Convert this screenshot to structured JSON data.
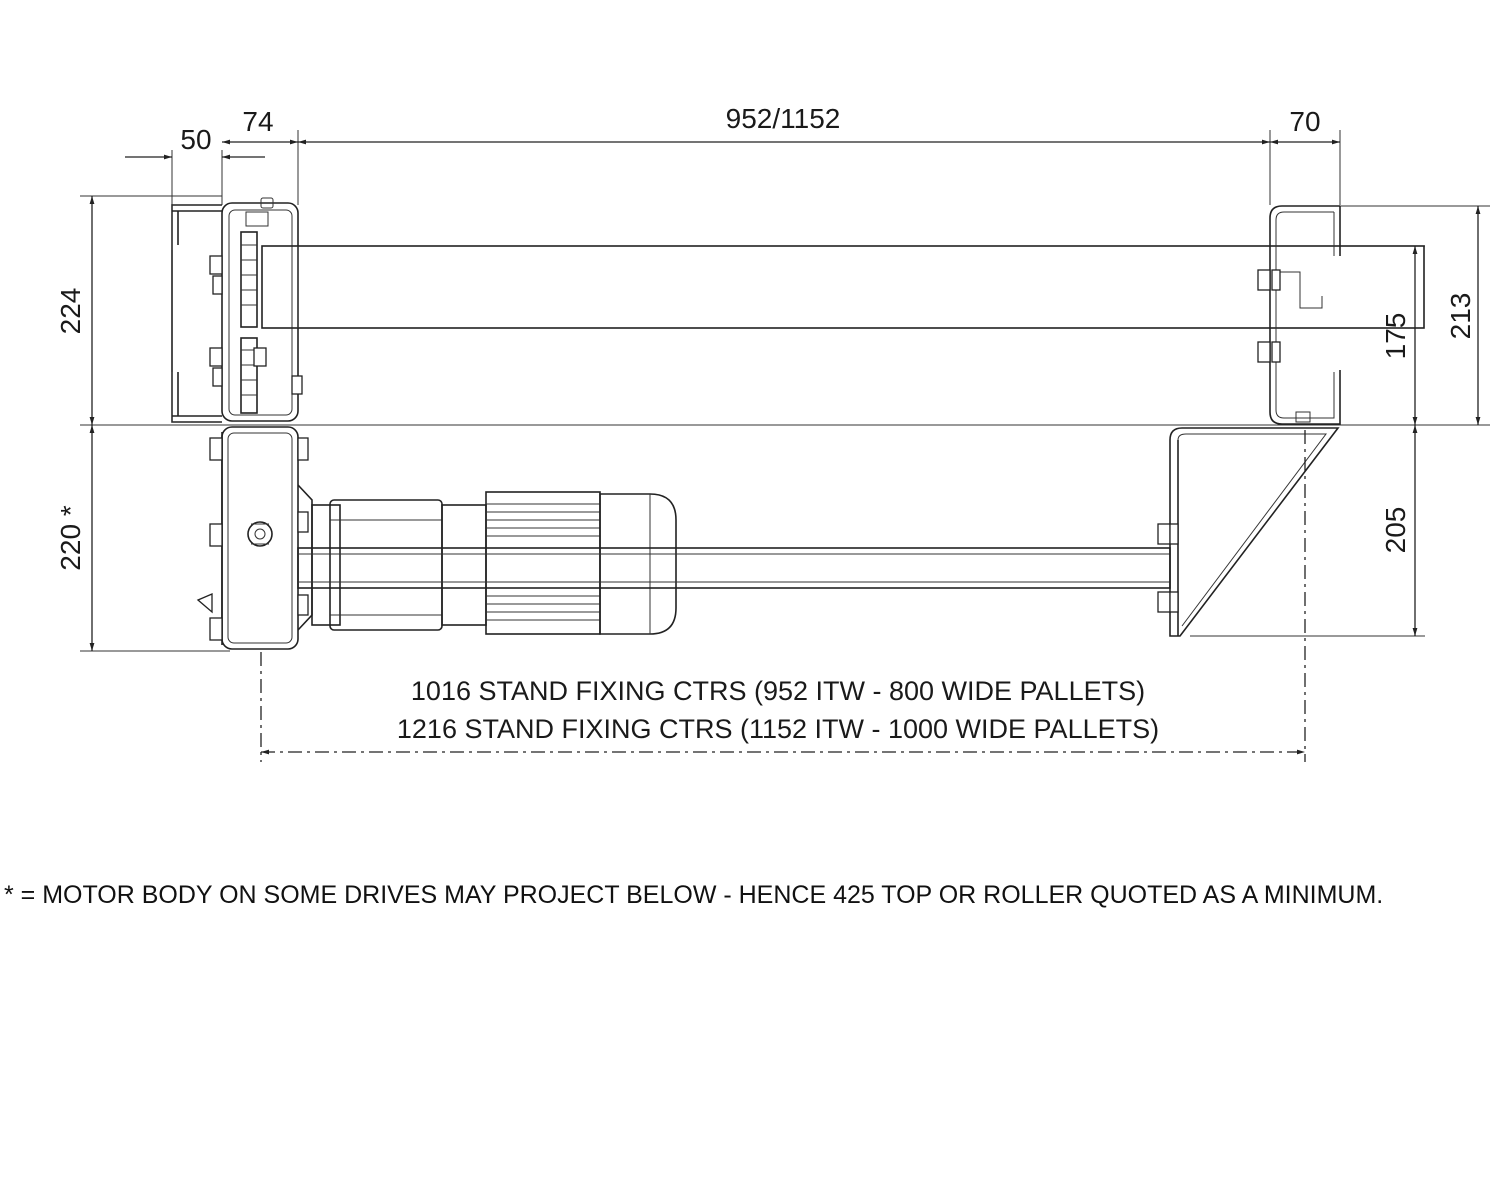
{
  "dimensions": {
    "width_50": "50",
    "width_74": "74",
    "width_main": "952/1152",
    "width_70": "70",
    "height_224": "224",
    "height_220": "220 *",
    "height_175": "175",
    "height_213": "213",
    "height_205": "205"
  },
  "stand_fixing": {
    "line1": "1016 STAND FIXING CTRS (952 ITW - 800 WIDE PALLETS)",
    "line2": "1216 STAND FIXING CTRS (1152 ITW - 1000 WIDE PALLETS)"
  },
  "footnote": "* = MOTOR BODY ON SOME DRIVES MAY PROJECT BELOW - HENCE 425 TOP OR ROLLER QUOTED AS A MINIMUM."
}
